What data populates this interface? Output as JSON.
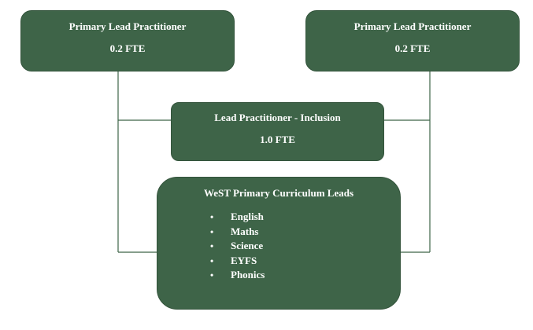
{
  "org_chart": {
    "nodes": [
      {
        "title": "Primary Lead Practitioner",
        "detail": "0.2 FTE"
      },
      {
        "title": "Primary Lead Practitioner",
        "detail": "0.2 FTE"
      },
      {
        "title": "Lead Practitioner - Inclusion",
        "detail": "1.0 FTE"
      },
      {
        "title": "WeST Primary Curriculum Leads",
        "items": [
          "English",
          "Maths",
          "Science",
          "EYFS",
          "Phonics"
        ]
      }
    ],
    "bullet_glyph": "•",
    "box_color": "#3e6448",
    "line_color": "#3e6448"
  }
}
